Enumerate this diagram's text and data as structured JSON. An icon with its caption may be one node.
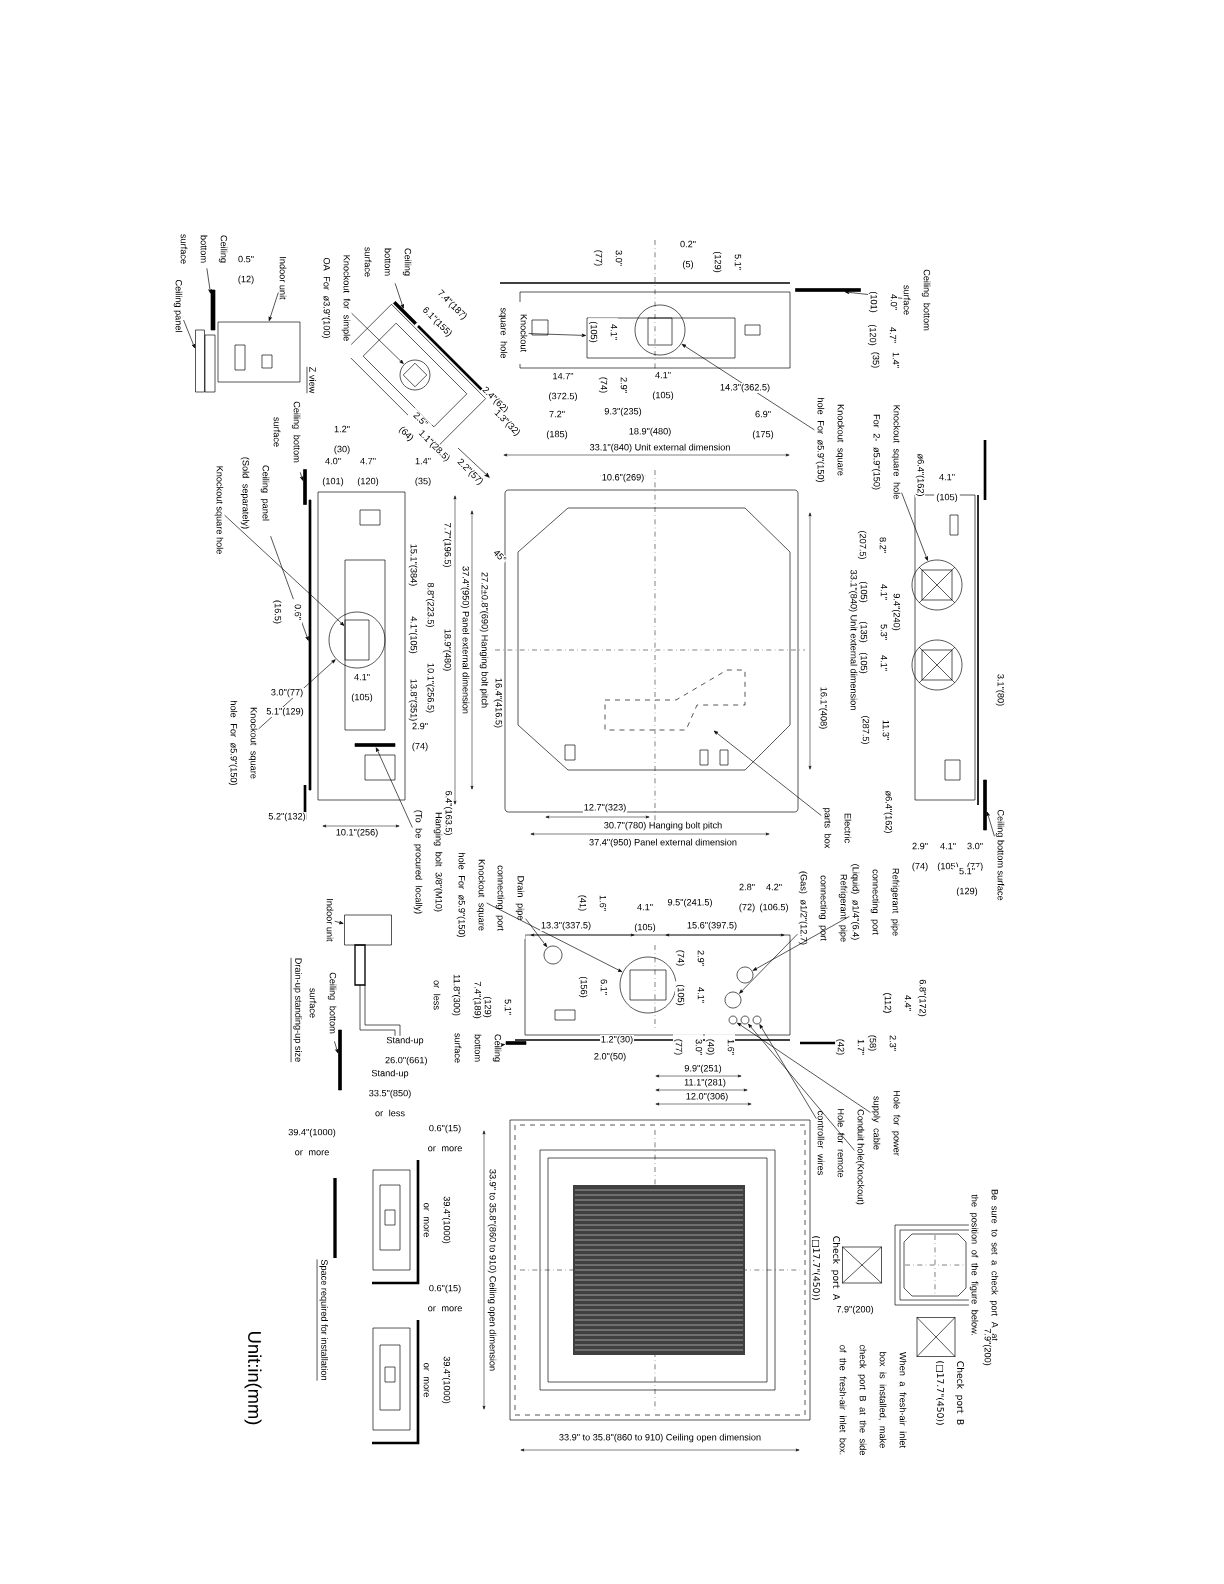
{
  "diagram": {
    "nodes": [
      {
        "text": [
          "Ceiling bottom surface"
        ]
      },
      {
        "text": [
          "Ceiling panel"
        ]
      },
      {
        "text": [
          "Indoor unit"
        ]
      },
      {
        "text": [
          "Knockout for simple OA For ø3.9\"(100)"
        ]
      },
      {
        "text": [
          "Ceiling bottom surface"
        ]
      },
      {
        "text": [
          "Ceiling bottom surface"
        ]
      },
      {
        "text": [
          "Ceiling panel (Sold separately)"
        ]
      },
      {
        "text": [
          "Knockout square hole"
        ]
      },
      {
        "text": [
          "Knockout square hole For ø5.9\"(150)"
        ]
      },
      {
        "text": [
          "Hanging bolt 3/8\"(M10) (To be procured locally)"
        ]
      },
      {
        "text": [
          "Knockout square hole"
        ]
      },
      {
        "text": [
          "Knockout square hole For ø5.9\"(150)"
        ]
      },
      {
        "text": [
          "Ceiling bottom surface"
        ]
      },
      {
        "text": [
          "Knockout square hole For 2- ø5.9\"(150)"
        ]
      },
      {
        "text": [
          "Electric parts box"
        ]
      },
      {
        "text": [
          "Ceiling bottom surface"
        ]
      },
      {
        "text": [
          "Refrigerant pipe connecting port (Liquid) ø1/4\"(6.4)"
        ]
      },
      {
        "text": [
          "Refrigerant pipe connecting port (Gas) ø1/2\"(12.7)"
        ]
      },
      {
        "text": [
          "Drain pipe connecting port"
        ]
      },
      {
        "text": [
          "Knockout square hole For ø5.9\"(150)"
        ]
      },
      {
        "text": [
          "Ceiling bottom surface"
        ]
      },
      {
        "text": [
          "Indoor unit"
        ]
      },
      {
        "text": [
          "Ceiling bottom surface"
        ]
      },
      {
        "text": [
          "Hole for power supply cable"
        ]
      },
      {
        "text": [
          "Conduit hole(Knockout)"
        ]
      },
      {
        "text": [
          "Hole for remote controller wires"
        ]
      },
      {
        "text": [],
        "shape": "bar"
      },
      {
        "text": [],
        "shape": "box"
      },
      {
        "text": [],
        "shape": "box"
      },
      {
        "text": [],
        "shape": "circle"
      },
      {
        "text": [],
        "shape": "bar"
      },
      {
        "text": [],
        "shape": "bar"
      },
      {
        "text": [],
        "shape": "bar"
      },
      {
        "text": [],
        "shape": "box"
      },
      {
        "text": [],
        "shape": "circle"
      },
      {
        "text": [],
        "shape": "bar"
      },
      {
        "text": [],
        "shape": "box"
      },
      {
        "text": [],
        "shape": "circle"
      },
      {
        "text": [],
        "shape": "bar"
      },
      {
        "text": [],
        "shape": "circle"
      },
      {
        "text": [],
        "shape": "box"
      },
      {
        "text": [],
        "shape": "bar"
      },
      {
        "text": [],
        "shape": "circle"
      },
      {
        "text": [],
        "shape": "circle"
      },
      {
        "text": [],
        "shape": "circle"
      },
      {
        "text": [],
        "shape": "circle"
      },
      {
        "text": [],
        "shape": "bar"
      },
      {
        "text": [],
        "shape": "box"
      },
      {
        "text": [],
        "shape": "bar"
      },
      {
        "text": [],
        "shape": "circle"
      },
      {
        "text": [],
        "shape": "circle"
      },
      {
        "text": [],
        "shape": "circle"
      },
      {
        "text": [],
        "shape": "box",
        "beside": [
          "Check port A (□17.7\"(450))"
        ]
      },
      {
        "text": [],
        "shape": "box",
        "beside": [
          "Check port B (□17.7\"(450))"
        ]
      }
    ],
    "edges": [
      {
        "from": 0,
        "to": 26,
        "arrow": "to"
      },
      {
        "from": 1,
        "to": 27,
        "arrow": "to"
      },
      {
        "from": 2,
        "to": 28,
        "arrow": "to"
      },
      {
        "from": 3,
        "to": 29,
        "arrow": "to"
      },
      {
        "from": 4,
        "to": 30,
        "arrow": "to"
      },
      {
        "from": 5,
        "to": 31,
        "arrow": "to"
      },
      {
        "from": 6,
        "to": 32,
        "arrow": "to"
      },
      {
        "from": 7,
        "to": 33,
        "arrow": "to"
      },
      {
        "from": 8,
        "to": 34,
        "arrow": "to"
      },
      {
        "from": 9,
        "to": 35,
        "arrow": "to"
      },
      {
        "from": 10,
        "to": 36,
        "arrow": "to"
      },
      {
        "from": 11,
        "to": 37,
        "arrow": "to"
      },
      {
        "from": 12,
        "to": 38,
        "arrow": "to"
      },
      {
        "from": 13,
        "to": 39,
        "arrow": "to"
      },
      {
        "from": 14,
        "to": 40,
        "arrow": "to"
      },
      {
        "from": 15,
        "to": 41,
        "arrow": "to"
      },
      {
        "from": 16,
        "to": 42,
        "arrow": "to"
      },
      {
        "from": 17,
        "to": 43,
        "arrow": "to"
      },
      {
        "from": 18,
        "to": 44,
        "arrow": "to"
      },
      {
        "from": 19,
        "to": 45,
        "arrow": "to"
      },
      {
        "from": 20,
        "to": 46,
        "arrow": "to"
      },
      {
        "from": 21,
        "to": 47,
        "arrow": "to"
      },
      {
        "from": 22,
        "to": 48,
        "arrow": "to"
      },
      {
        "from": 23,
        "to": 49,
        "arrow": "to"
      },
      {
        "from": 24,
        "to": 50,
        "arrow": "to"
      },
      {
        "from": 25,
        "to": 51,
        "arrow": "to"
      }
    ],
    "labels": [
      "0.5\" (12)",
      "Z view",
      "7.4\"(187)",
      "6.1\"(155)",
      "2.5\" (64)",
      "1.1\"(28.5)",
      "2.2\"(57)",
      "2.4\"(62)",
      "1.3\"(32)",
      "1.2\" (30)",
      "4.0\" (101)",
      "4.7\" (120)",
      "1.4\" (35)",
      "7.7\"(196.5)",
      "15.1\"(384)",
      "8.8\"(223.5)",
      "18.9\"(480)",
      "4.1\"(105)",
      "10.1\"(256.5)",
      "13.8\"(351)",
      "0.6\" (16.5)",
      "4.1\" (105)",
      "3.0\"(77)",
      "5.1\"(129)",
      "2.9\" (74)",
      "6.4\"(163.5)",
      "5.2\"(132)",
      "10.1\"(256)",
      "3.0\" (77)",
      "0.2\" (5)",
      "5.1\" (129)",
      "4.1\" (105)",
      "14.7\" (372.5)",
      "2.9\" (74)",
      "4.1\" (105)",
      "14.3\"(362.5)",
      "7.2\" (185)",
      "9.3\"(235)",
      "18.9\"(480)",
      "6.9\" (175)",
      "33.1\"(840) Unit external dimension",
      "4.0\" (101)",
      "4.7\" (120)",
      "1.4\" (35)",
      "10.6\"(269)",
      "45°",
      "37.4\"(950) Panel external dimension",
      "27.2±0.8\"(690) Hanging bolt pitch",
      "16.4\"(416.5)",
      "16.1\"(408)",
      "12.7\"(323)",
      "30.7\"(780) Hanging bolt pitch",
      "37.4\"(950) Panel external dimension",
      "ø6.4\"(162)",
      "4.1\" (105)",
      "8.2\" (207.5)",
      "33.1\"(840) Unit external dimension",
      "4.1\" (105)",
      "9.4\"(240)",
      "5.3\" (135)",
      "4.1\" (105)",
      "11.3\" (287.5)",
      "3.1\"(80)",
      "ø6.4\"(162)",
      "2.9\" (74)",
      "4.1\" (105)",
      "3.0\" (77)",
      "5.1\" (129)",
      "2.8\" (72)",
      "4.2\" (106.5)",
      "9.5\"(241.5)",
      "1.6\" (41)",
      "4.1\" (105)",
      "13.3\"(337.5)",
      "15.6\"(397.5)",
      "2.9\" (74)",
      "4.1\" (105)",
      "6.1\" (156)",
      "6.8\"(172)",
      "4.4\" (112)",
      "2.3\" (58)",
      "1.7\" (42)",
      "1.2\"(30)",
      "2.0\"(50)",
      "3.0\" (77)",
      "1.6\" (40)",
      "9.9\"(251)",
      "11.1\"(281)",
      "12.0\"(306)",
      "7.4\"(189)",
      "5.1\" (129)",
      "11.8\"(300) or less",
      "Stand-up 26.0\"(661) or less",
      "Stand-up 33.5\"(850) or less",
      "Drain-up standing-up size",
      "39.4\"(1000) or more",
      "0.6\"(15) or more",
      "39.4\"(1000) or more",
      "0.6\"(15) or more",
      "39.4\"(1000) or more",
      "Space required for installation",
      "Unit:in(mm)",
      "33.9\" to 35.8\"(860 to 910) Ceiling open dimension",
      "33.9\" to 35.8\"(860 to 910) Ceiling open dimension",
      "Be sure to set a check port A at the position of the figure below.",
      "7.9\"(200)",
      "7.9\"(200)",
      "When a fresh-air inlet box is installed, make check port B at the side of the fresh-air inlet box."
    ]
  }
}
